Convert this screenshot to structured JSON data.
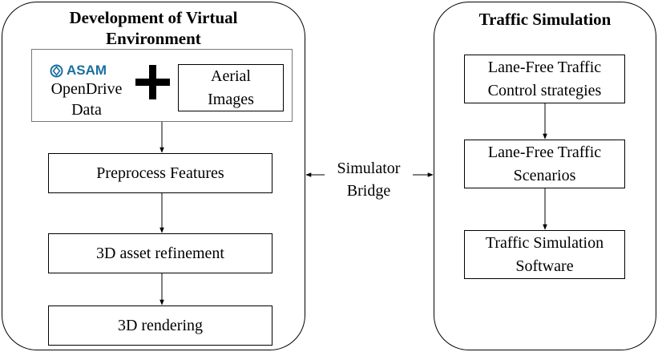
{
  "left_panel": {
    "title": "Development of Virtual Environment",
    "source": {
      "logo_text": "ASAM",
      "data_label": "OpenDrive Data",
      "aerial_label": "Aerial Images"
    },
    "steps": [
      "Preprocess Features",
      "3D asset refinement",
      "3D rendering"
    ]
  },
  "bridge_label": "Simulator Bridge",
  "right_panel": {
    "title": "Traffic Simulation",
    "steps": [
      "Lane-Free Traffic Control strategies",
      "Lane-Free Traffic Scenarios",
      "Traffic Simulation Software"
    ]
  },
  "colors": {
    "logo": "#1a6fa0",
    "source_border": "#777777",
    "line": "#000000"
  }
}
